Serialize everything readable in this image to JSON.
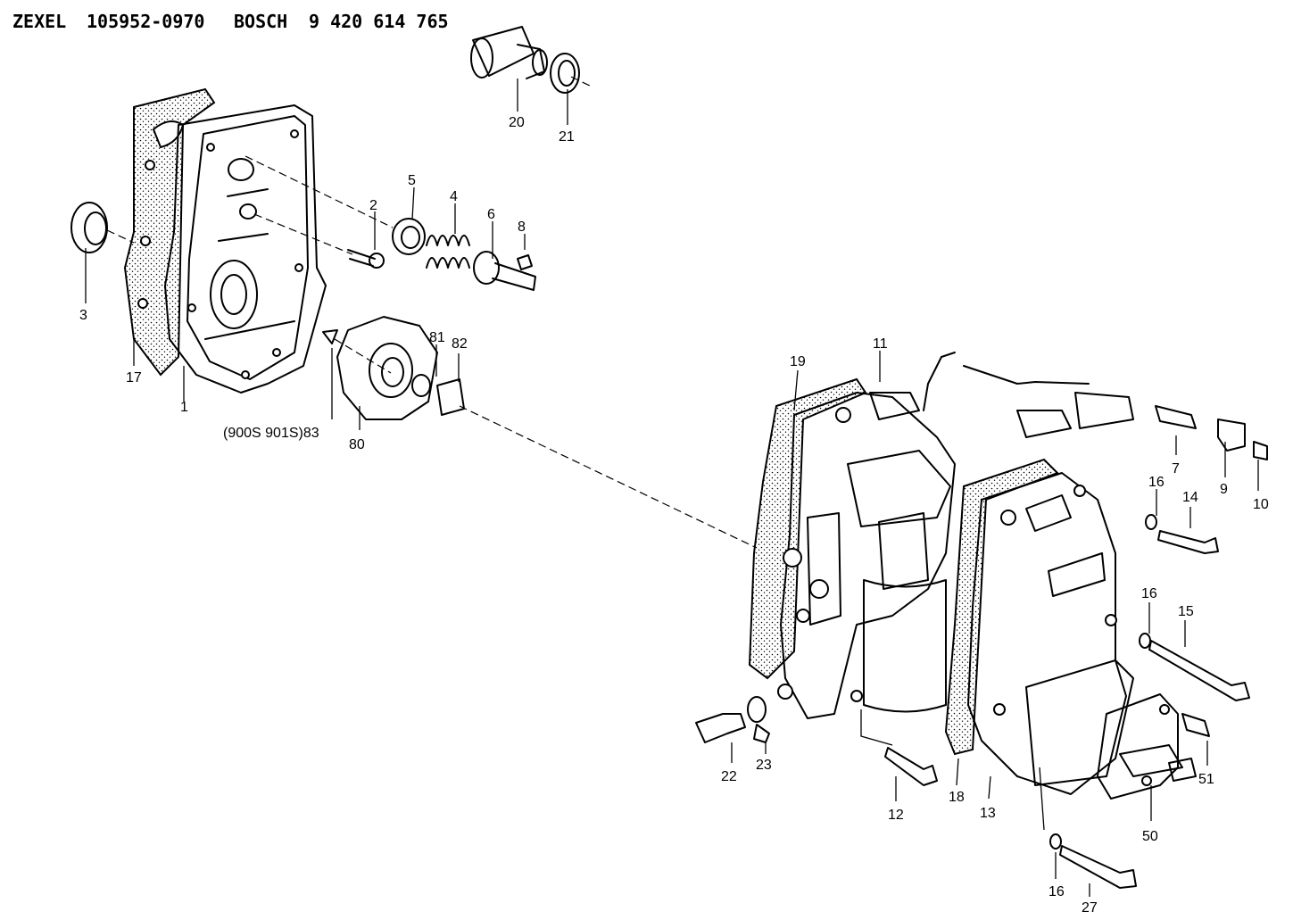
{
  "header": {
    "brand1": "ZEXEL",
    "part1": "105952-0970",
    "brand2": "BOSCH",
    "part2": "9 420 614 765"
  },
  "callouts": {
    "c1": "1",
    "c2": "2",
    "c3": "3",
    "c4": "4",
    "c5": "5",
    "c6": "6",
    "c7": "7",
    "c8": "8",
    "c9": "9",
    "c10": "10",
    "c11": "11",
    "c12": "12",
    "c13": "13",
    "c14": "14",
    "c15": "15",
    "c16a": "16",
    "c16b": "16",
    "c16c": "16",
    "c17": "17",
    "c18": "18",
    "c19": "19",
    "c20": "20",
    "c21": "21",
    "c22": "22",
    "c23": "23",
    "c27": "27",
    "c50": "50",
    "c51": "51",
    "c80": "80",
    "c81": "81",
    "c82": "82",
    "c83": "(900S 901S)83"
  }
}
